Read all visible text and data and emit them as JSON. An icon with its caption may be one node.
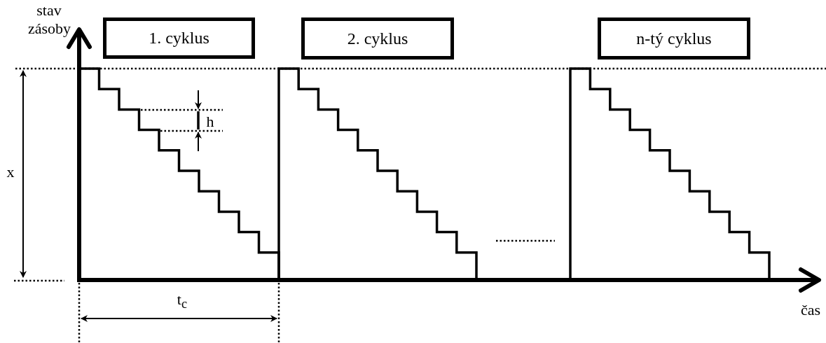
{
  "diagram": {
    "nodes": [
      {
        "text": [
          "1. cyklus"
        ]
      },
      {
        "text": [
          "2. cyklus"
        ]
      },
      {
        "text": [
          "n-tý cyklus"
        ]
      }
    ],
    "labels": [
      "stav zásoby",
      "h",
      "x",
      "t$_{c}$",
      "čas"
    ]
  }
}
